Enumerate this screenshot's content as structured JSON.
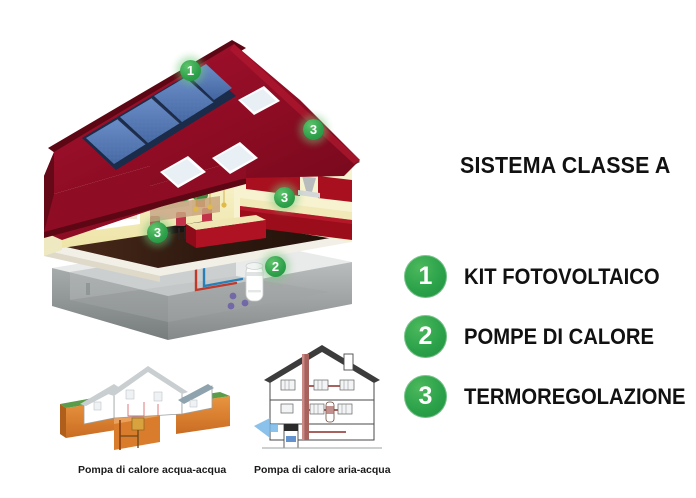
{
  "page": {
    "background": "#ffffff",
    "language": "it"
  },
  "header": {
    "title": "SISTEMA CLASSE A"
  },
  "legend": {
    "items": [
      {
        "number": "1",
        "label": "KIT FOTOVOLTAICO"
      },
      {
        "number": "2",
        "label": "POMPE DI CALORE"
      },
      {
        "number": "3",
        "label": "TERMOREGOLAZIONE"
      }
    ]
  },
  "scene_markers": [
    {
      "number": "1",
      "target": "solar-panel-array-on-roof"
    },
    {
      "number": "3",
      "target": "attic-room-thermostat"
    },
    {
      "number": "3",
      "target": "living-room-thermostat"
    },
    {
      "number": "3",
      "target": "kitchen-thermostat"
    },
    {
      "number": "2",
      "target": "basement-heat-pump"
    }
  ],
  "thumbnails": [
    {
      "caption": "Pompa di calore acqua-acqua",
      "type": "water-to-water-heat-pump-diagram"
    },
    {
      "caption": "Pompa di calore aria-acqua",
      "type": "air-to-water-heat-pump-diagram"
    }
  ],
  "colors": {
    "accent_green": "#2ba24a",
    "roof_red": "#9e0f2a",
    "roof_red_dark": "#6d0a1c",
    "wall_yellow": "#f4eeb8",
    "kitchen_red": "#b31229",
    "basement_gray": "#9a9e9e",
    "solar_blue": "#4a6fb5",
    "text_black": "#111111",
    "ground_orange": "#e08a3c",
    "grass_green": "#4f9e45"
  }
}
